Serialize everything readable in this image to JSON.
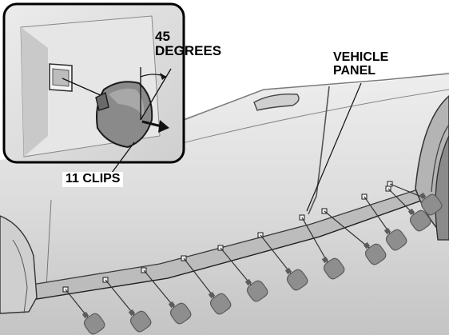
{
  "labels": {
    "angle_value": "45",
    "angle_unit": "DEGREES",
    "panel_line1": "VEHICLE",
    "panel_line2": "PANEL",
    "clips": "11 CLIPS"
  },
  "colors": {
    "body_light": "#e4e4e4",
    "body_mid": "#c8c8c8",
    "body_dark": "#9a9a9a",
    "clip_fill": "#8e8e8e",
    "clip_dark": "#5c5c5c",
    "outline": "#1a1a1a"
  }
}
